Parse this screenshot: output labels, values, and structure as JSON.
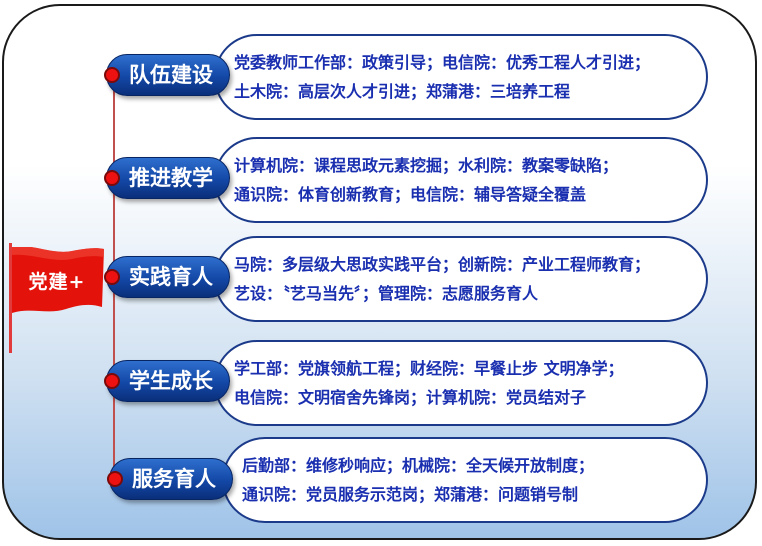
{
  "flag": {
    "label": "党建+"
  },
  "branches": [
    {
      "label": "队伍建设",
      "line1": "党委教师工作部：政策引导；电信院：优秀工程人才引进；",
      "line2": "土木院：高层次人才引进；郑蒲港：三培养工程"
    },
    {
      "label": "推进教学",
      "line1": "计算机院：课程思政元素挖掘；水利院：教案零缺陷；",
      "line2": "通识院：体育创新教育；电信院：辅导答疑全覆盖"
    },
    {
      "label": "实践育人",
      "line1": "马院：多层级大思政实践平台；创新院：产业工程师教育；",
      "line2": "艺设：〝艺马当先〞；管理院：志愿服务育人"
    },
    {
      "label": "学生成长",
      "line1": "学工部：党旗领航工程；财经院：早餐止步  文明净学；",
      "line2": "电信院：文明宿舍先锋岗；计算机院：党员结对子"
    },
    {
      "label": "服务育人",
      "line1": "后勤部：维修秒响应；机械院：全天候开放制度；",
      "line2": "通识院：党员服务示范岗；郑蒲港：问题销号制"
    }
  ]
}
